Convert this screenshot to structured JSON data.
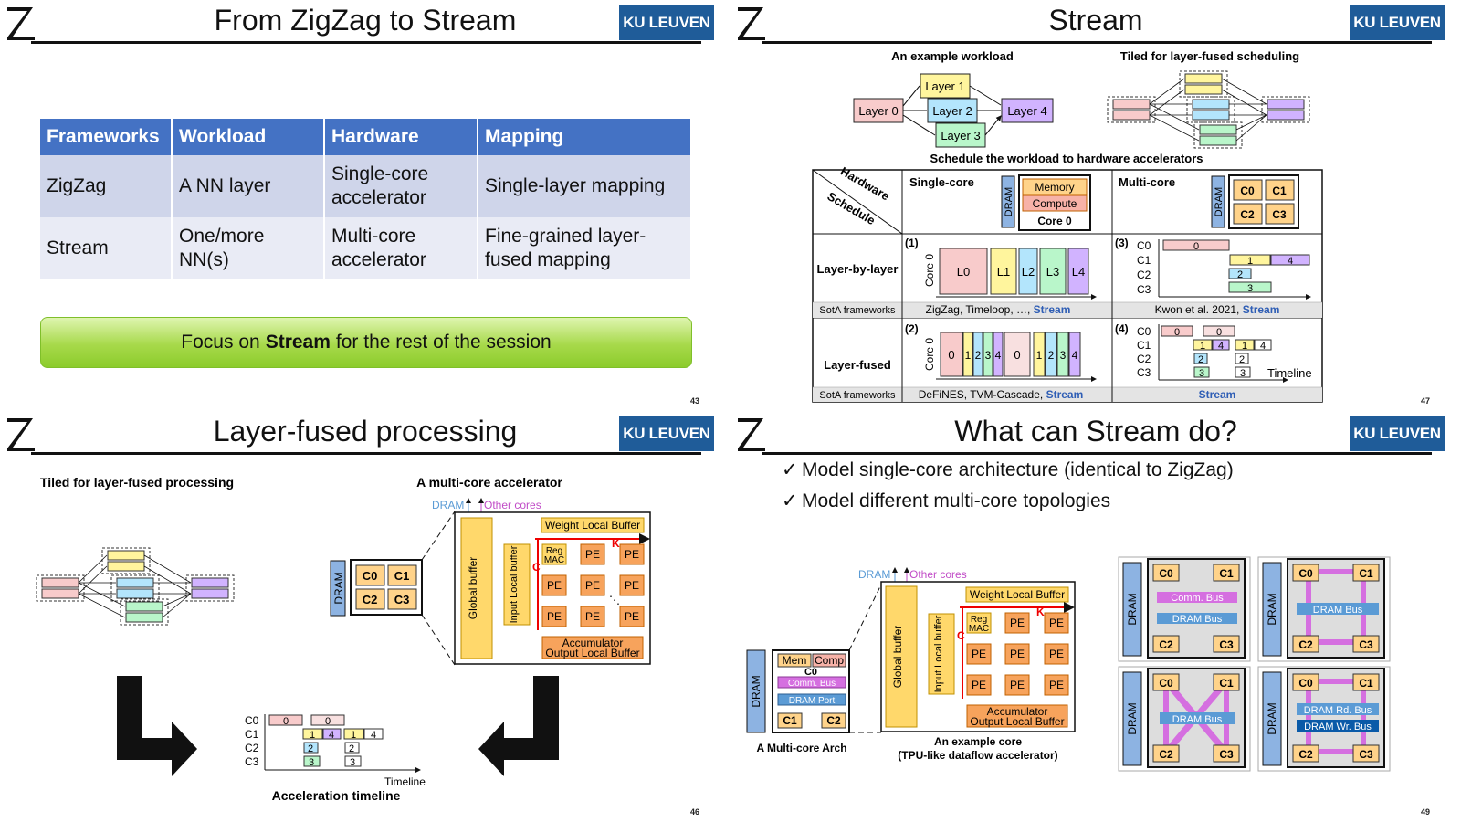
{
  "slides": [
    {
      "title": "From ZigZag to Stream",
      "logo": "KU LEUVEN",
      "page": "43"
    },
    {
      "title": "Stream",
      "logo": "KU LEUVEN",
      "page": "47"
    },
    {
      "title": "Layer-fused processing",
      "logo": "KU LEUVEN",
      "page": "46"
    },
    {
      "title": "What can Stream do?",
      "logo": "KU LEUVEN",
      "page": "49"
    }
  ],
  "s1": {
    "headers": [
      "Frameworks",
      "Workload",
      "Hardware",
      "Mapping"
    ],
    "rows": [
      [
        "ZigZag",
        "A NN layer",
        "Single-core accelerator",
        "Single-layer mapping"
      ],
      [
        "Stream",
        "One/more NN(s)",
        "Multi-core accelerator",
        "Fine-grained layer-fused mapping"
      ]
    ],
    "focus_pre": "Focus on",
    "focus_bold": "Stream",
    "focus_post": "for the rest of the session"
  },
  "s2": {
    "example_workload": "An example workload",
    "tiled_title": "Tiled for layer-fused scheduling",
    "layers": [
      "Layer 0",
      "Layer 1",
      "Layer 2",
      "Layer 3",
      "Layer 4"
    ],
    "schedule_title": "Schedule the workload to hardware accelerators",
    "corner_hw": "Hardware",
    "corner_sched": "Schedule",
    "single_core": "Single-core",
    "multi_core": "Multi-core",
    "dram": "DRAM",
    "memory": "Memory",
    "compute": "Compute",
    "core0": "Core 0",
    "cores": [
      "C0",
      "C1",
      "C2",
      "C3"
    ],
    "row1_label": "Layer-by-layer",
    "row2_label": "Layer-fused",
    "sota": "SotA frameworks",
    "cell1_num": "(1)",
    "cell2_num": "(2)",
    "cell3_num": "(3)",
    "cell4_num": "(4)",
    "core0_axis": "Core 0",
    "cite1": "ZigZag, Timeloop, …, ",
    "cite2": "Kwon et al. 2021, ",
    "cite3": "DeFiNES, TVM-Cascade, ",
    "cite4": "Stream",
    "stream_word": "Stream",
    "timeline": "Timeline"
  },
  "s3": {
    "tiled_title": "Tiled for layer-fused processing",
    "mc_title": "A multi-core accelerator",
    "dram_link": "DRAM",
    "other_cores": "Other cores",
    "global_buffer": "Global buffer",
    "input_local_buffer": "Input Local buffer",
    "weight_buffer": "Weight Local Buffer",
    "reg": "Reg",
    "mac": "MAC",
    "pe": "PE",
    "k_label": "K",
    "c_label": "C",
    "accumulator": "Accumulator",
    "output_buffer": "Output Local Buffer",
    "timeline": "Timeline",
    "accel_timeline": "Acceleration timeline"
  },
  "s4": {
    "checks": [
      "Model single-core architecture (identical to ZigZag)",
      "Model different multi-core topologies"
    ],
    "check_mark": "✓",
    "mem": "Mem",
    "comp": "Comp",
    "comm_bus": "Comm. Bus",
    "dram_port": "DRAM Port",
    "dram_bus": "DRAM Bus",
    "dram_rd_bus": "DRAM Rd. Bus",
    "dram_wr_bus": "DRAM Wr. Bus",
    "multi_core_arch": "A Multi-core Arch",
    "example_core": "An example core",
    "example_core_sub": "(TPU-like dataflow accelerator)"
  },
  "colors": {
    "ku_blue": "#1f5c99",
    "table_header": "#4472c4",
    "stream_blue": "#2f5eb5",
    "layer0": "#f8cbcb",
    "layer1": "#fff59d",
    "layer2": "#b3e5fc",
    "layer3": "#b9f6ca",
    "layer4": "#d1b3ff"
  }
}
